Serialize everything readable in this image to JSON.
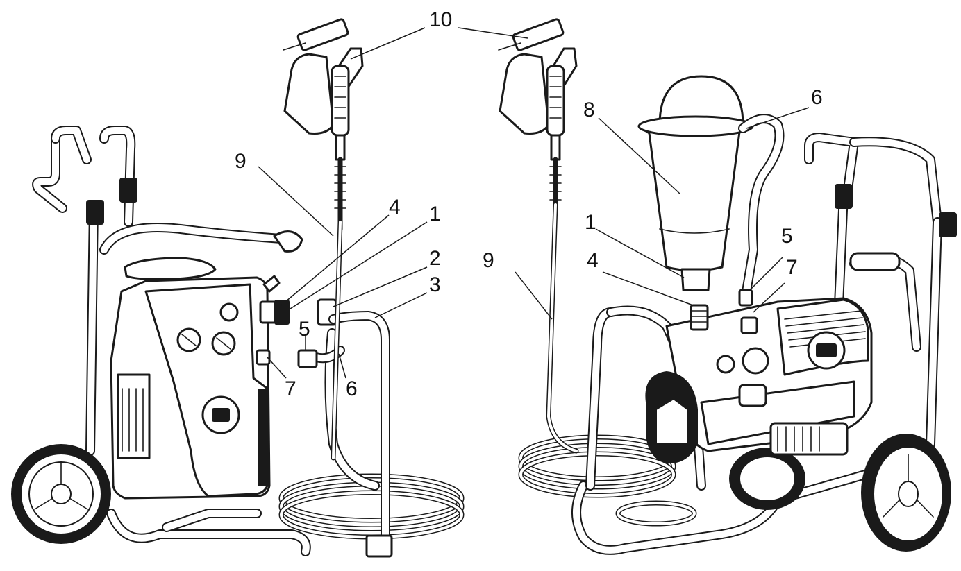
{
  "callouts": {
    "left": {
      "label_10": "10",
      "label_9": "9",
      "label_4": "4",
      "label_1": "1",
      "label_2": "2",
      "label_3": "3",
      "label_5": "5",
      "label_7": "7",
      "label_6": "6"
    },
    "right": {
      "label_8": "8",
      "label_6": "6",
      "label_1": "1",
      "label_5": "5",
      "label_9": "9",
      "label_4": "4",
      "label_7": "7"
    }
  },
  "colors": {
    "line": "#1a1a1a",
    "background": "#ffffff",
    "grip_grey": "#bdbdbd"
  }
}
